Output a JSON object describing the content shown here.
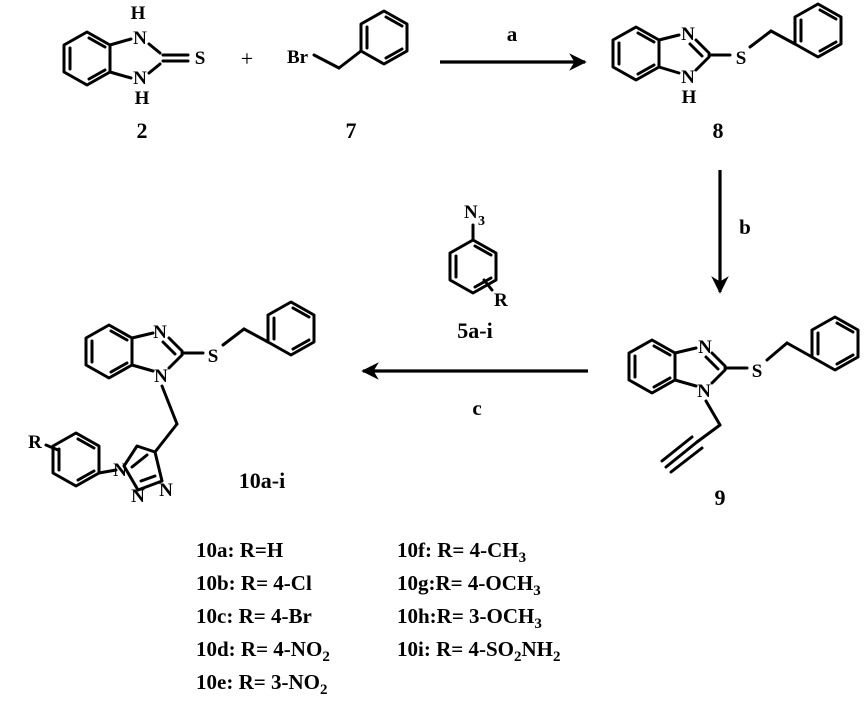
{
  "scheme": {
    "compounds": {
      "c2": {
        "label": "2",
        "atoms": [
          "H",
          "N",
          "N",
          "H",
          "S"
        ]
      },
      "c7": {
        "label": "7",
        "atoms": [
          "Br"
        ]
      },
      "c8": {
        "label": "8",
        "atoms": [
          "N",
          "N",
          "H",
          "S"
        ]
      },
      "c9": {
        "label": "9",
        "atoms": [
          "N",
          "N",
          "S"
        ]
      },
      "c5": {
        "label": "5a-i",
        "atoms": [
          "N",
          "3",
          "R"
        ]
      },
      "c10": {
        "label": "10a-i",
        "atoms": [
          "N",
          "N",
          "S",
          "N",
          "N",
          "N",
          "R"
        ]
      }
    },
    "plus": "+",
    "steps": {
      "a": "a",
      "b": "b",
      "c": "c"
    }
  },
  "legend": [
    {
      "id": "10a",
      "text": "10a: R=H"
    },
    {
      "id": "10b",
      "text": "10b: R= 4-Cl"
    },
    {
      "id": "10c",
      "text": "10c: R= 4-Br"
    },
    {
      "id": "10d",
      "text": "10d: R= 4-NO",
      "sub": "2",
      "tail": ""
    },
    {
      "id": "10e",
      "text": "10e: R= 3-NO",
      "sub": "2",
      "tail": ""
    },
    {
      "id": "10f",
      "text": "10f: R= 4-CH",
      "sub": "3",
      "tail": ""
    },
    {
      "id": "10g",
      "text": "10g:R= 4-OCH",
      "sub": "3",
      "tail": ""
    },
    {
      "id": "10h",
      "text": "10h:R= 3-OCH",
      "sub": "3",
      "tail": ""
    },
    {
      "id": "10i",
      "text": "10i: R= 4-SO",
      "sub": "2",
      "tail": "NH",
      "sub2": "2"
    }
  ]
}
